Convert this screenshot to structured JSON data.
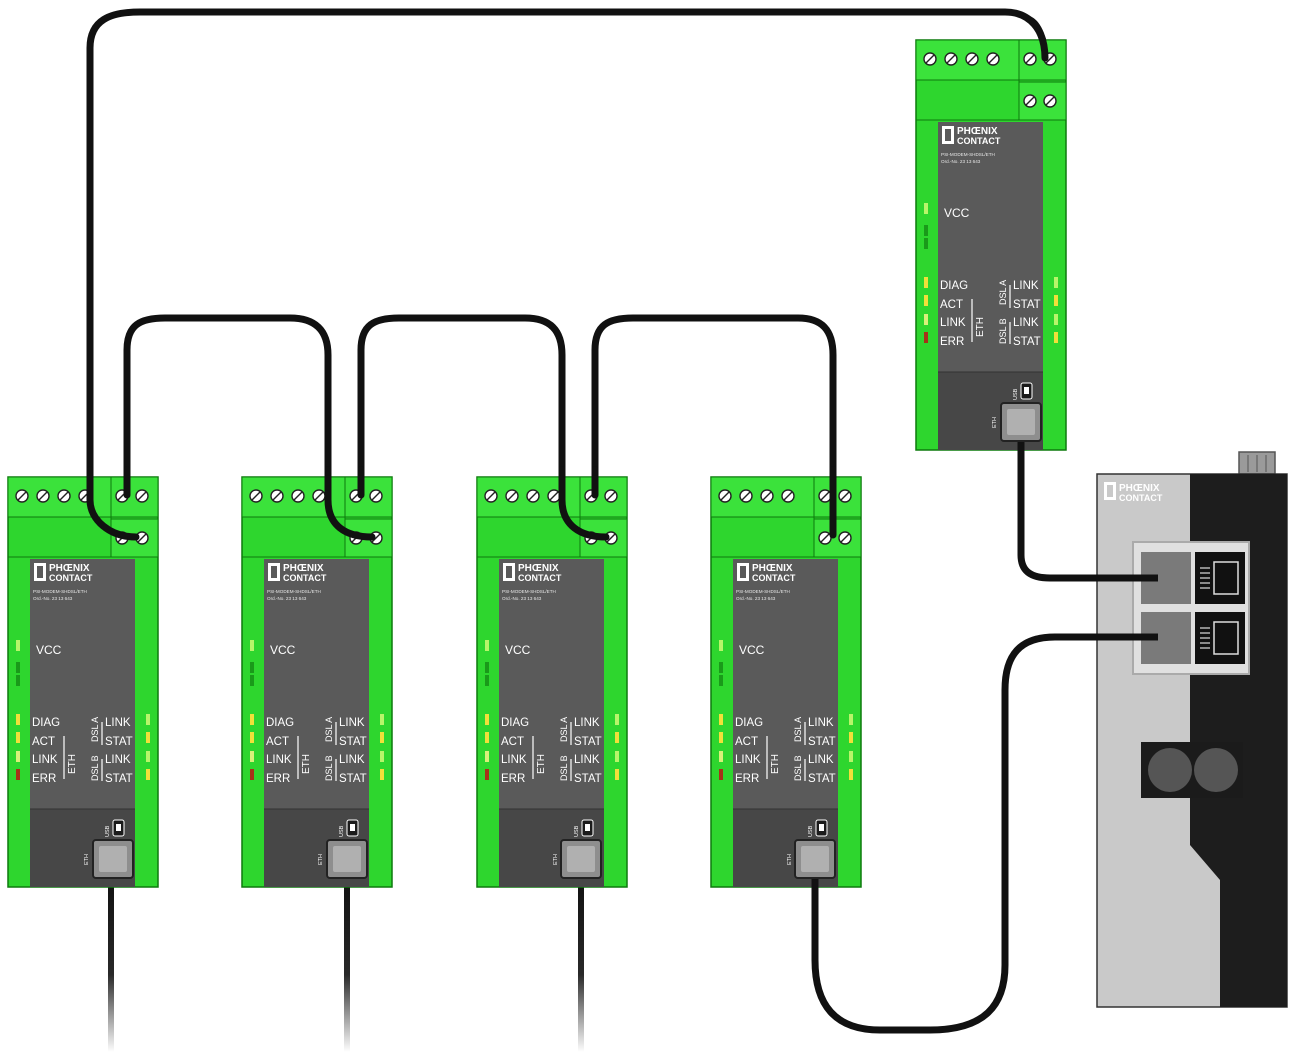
{
  "modem": {
    "brand_line1": "PHŒNIX",
    "brand_line2": "CONTACT",
    "model": "PSI-MODEM-SHDSL/ETH",
    "order_no": "Ord.-No. 23 13 643",
    "vcc": "VCC",
    "diag": "DIAG",
    "act": "ACT",
    "link": "LINK",
    "err": "ERR",
    "eth": "ETH",
    "dsl_a": "DSL A",
    "dsl_b": "DSL B",
    "dsl_link": "LINK",
    "dsl_stat": "STAT",
    "usb": "USB",
    "eth_port": "ETH"
  },
  "switch": {
    "brand_line1": "PHŒNIX",
    "brand_line2": "CONTACT"
  },
  "colors": {
    "module_green": "#2ed62e",
    "module_green_dark": "#169a16",
    "face_gray": "#5a5a5a",
    "cable": "#111111",
    "led_green": "#b8f56a",
    "led_yellow": "#f2e03a",
    "led_red": "#a63218"
  }
}
